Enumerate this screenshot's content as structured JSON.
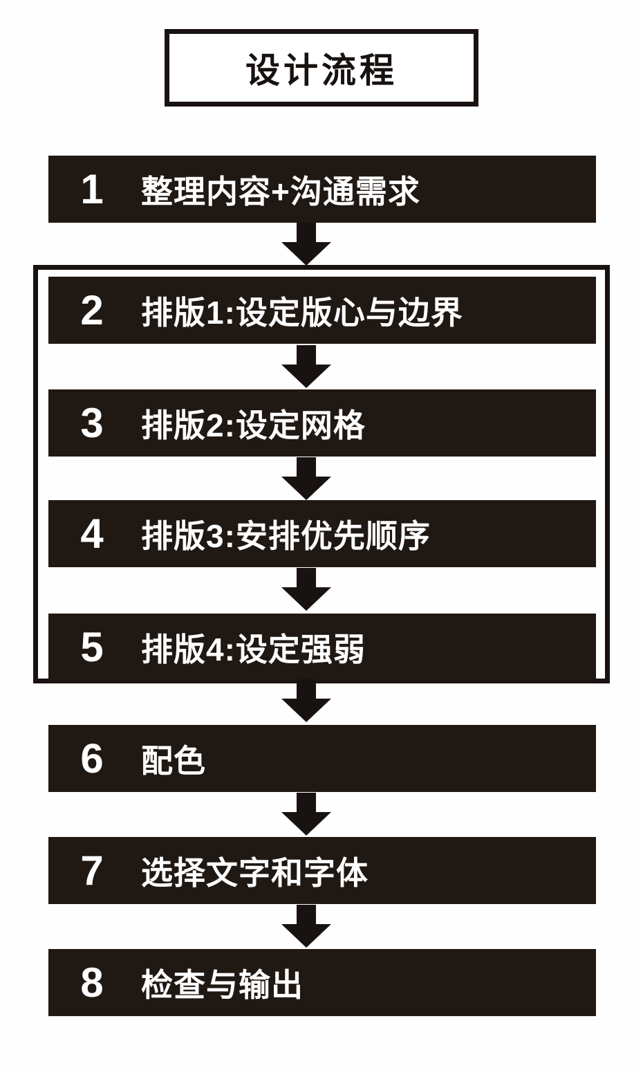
{
  "title": "设计流程",
  "steps": [
    {
      "num": "1",
      "label": "整理内容+沟通需求"
    },
    {
      "num": "2",
      "label": "排版1:设定版心与边界"
    },
    {
      "num": "3",
      "label": "排版2:设定网格"
    },
    {
      "num": "4",
      "label": "排版3:安排优先顺序"
    },
    {
      "num": "5",
      "label": "排版4:设定强弱"
    },
    {
      "num": "6",
      "label": "配色"
    },
    {
      "num": "7",
      "label": "选择文字和字体"
    },
    {
      "num": "8",
      "label": "检查与输出"
    }
  ],
  "colors": {
    "bar_background": "#201813",
    "bar_text": "#ffffff",
    "outline": "#181210",
    "page_background": "#fefefe"
  }
}
